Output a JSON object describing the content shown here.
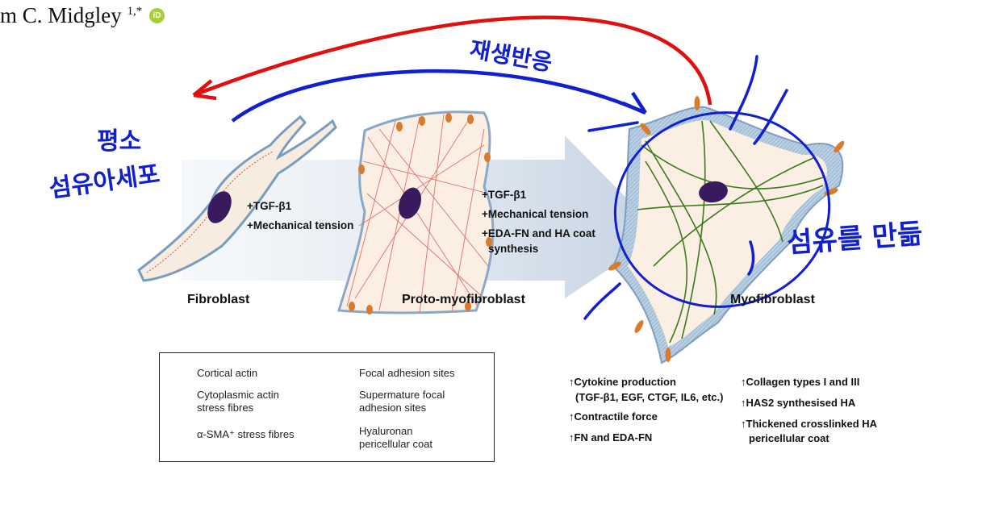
{
  "header": {
    "author": "m C. Midgley",
    "author_sup": "1,*",
    "orcid_label": "iD"
  },
  "stages": {
    "fibroblast": "Fibroblast",
    "proto": "Proto-myofibroblast",
    "myo": "Myofibroblast"
  },
  "arrow1": {
    "line1": "+TGF-β1",
    "line2": "+Mechanical tension"
  },
  "arrow2": {
    "line1": "+TGF-β1",
    "line2": "+Mechanical tension",
    "line3": "+EDA-FN and HA coat",
    "line4": "synthesis"
  },
  "legend": {
    "cortical_actin": "Cortical actin",
    "cyto_line1": "Cytoplasmic actin",
    "cyto_line2": "stress fibres",
    "asma": "α-SMA⁺ stress fibres",
    "focal": "Focal adhesion sites",
    "super_line1": "Supermature focal",
    "super_line2": "adhesion sites",
    "ha_line1": "Hyaluronan",
    "ha_line2": "pericellular coat"
  },
  "effects": {
    "cytokine": "↑Cytokine production",
    "cytokine_sub": "(TGF-β1, EGF, CTGF, IL6, etc.)",
    "contractile": "↑Contractile force",
    "fn": "↑FN and EDA-FN",
    "collagen": "↑Collagen types I and III",
    "has2": "↑HAS2 synthesised HA",
    "thick_line1": "↑Thickened crosslinked HA",
    "thick_line2": "pericellular coat"
  },
  "handwriting": {
    "top_arrow": "재생반응",
    "left_line1": "평소",
    "left_line2": "섬유아세포",
    "right": "섬유를 만듦"
  },
  "colors": {
    "annotation_blue": "#1020d0",
    "annotation_red": "#e01010",
    "asma_green": "#3c7a1e",
    "focal_orange": "#d97a2c",
    "nucleus": "#3a1a5e",
    "cytoplasm": "#fbeee2",
    "ha_coat": "#b7cde0"
  }
}
